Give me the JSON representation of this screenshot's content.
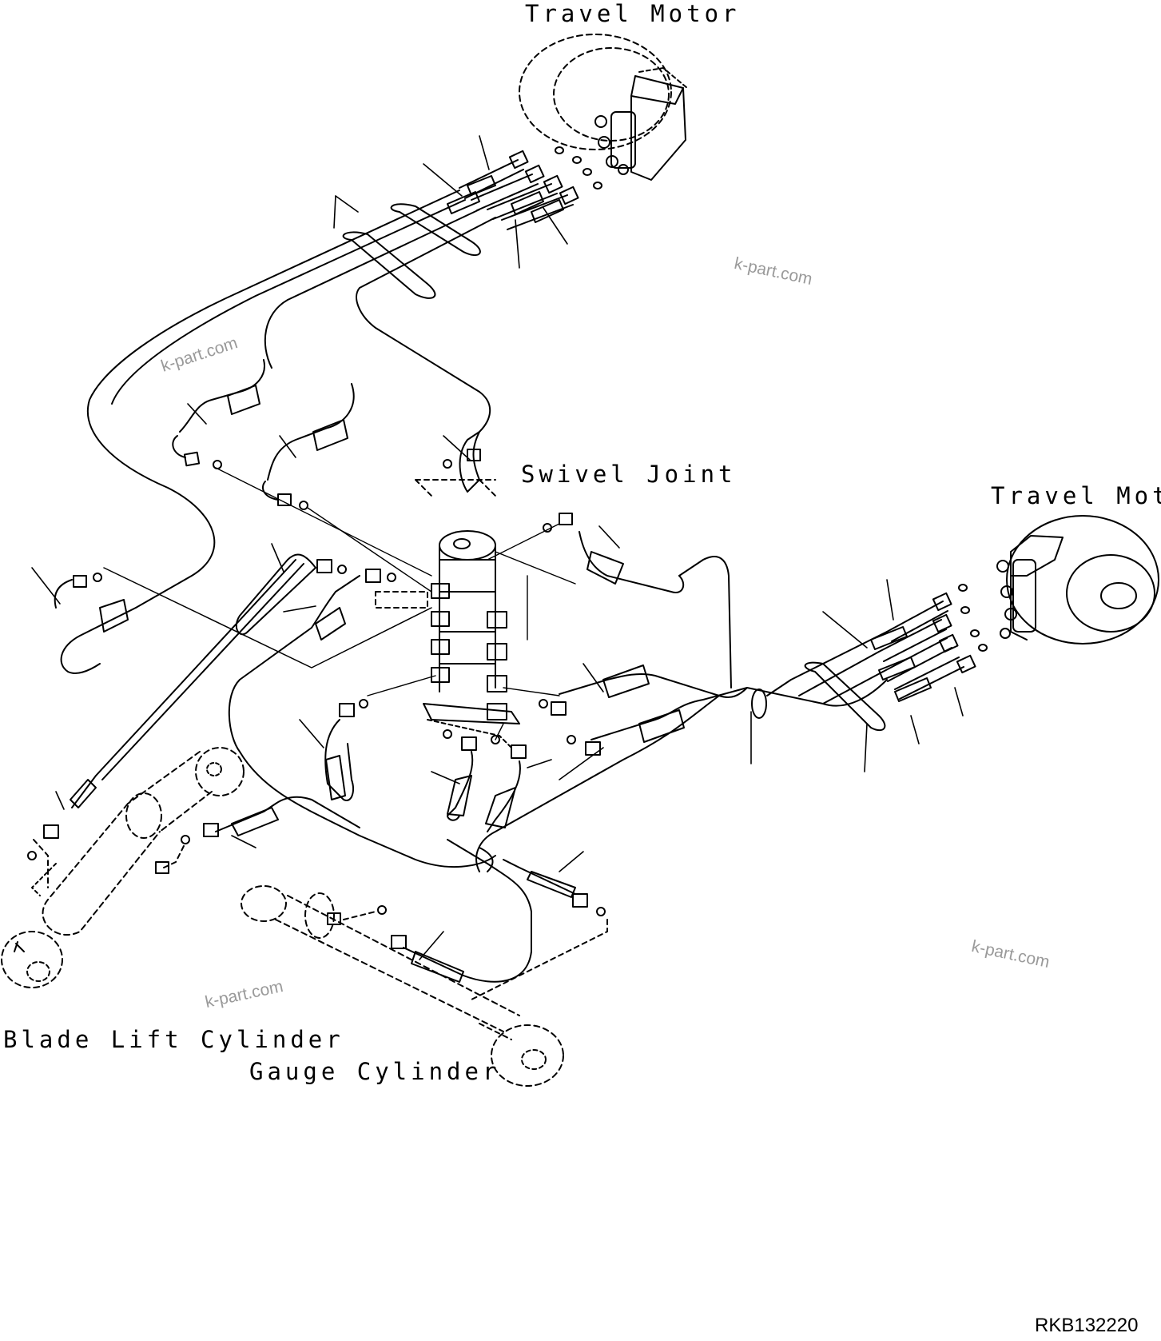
{
  "labels": {
    "travel_motor_top": "Travel Motor",
    "swivel_joint": "Swivel Joint",
    "travel_motor_right": "Travel Motor",
    "blade_lift_cylinder": "Blade Lift Cylinder",
    "gauge_cylinder": "Gauge Cylinder"
  },
  "watermarks": [
    "k-part.com",
    "k-part.com",
    "k-part.com",
    "k-part.com"
  ],
  "drawing_code": "RKB132220"
}
